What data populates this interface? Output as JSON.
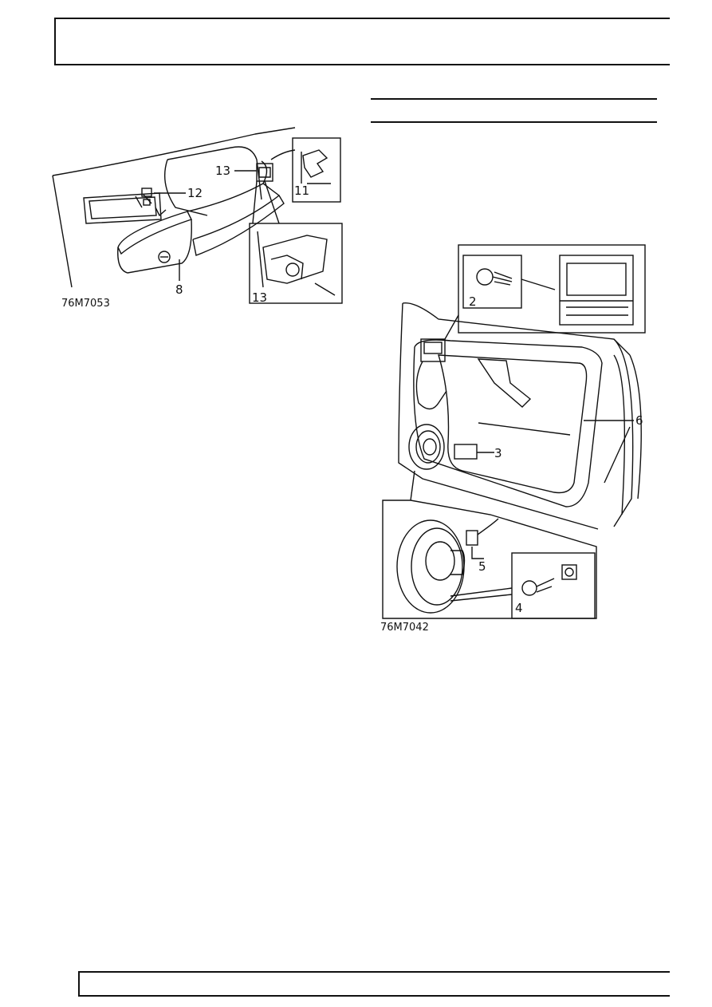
{
  "figure_handle": {
    "ref": "76M7053",
    "callouts": [
      "13",
      "12",
      "11",
      "8",
      "13"
    ]
  },
  "figure_speaker": {
    "ref": "76M7042",
    "callouts": [
      "2",
      "6",
      "3",
      "5",
      "4"
    ]
  }
}
